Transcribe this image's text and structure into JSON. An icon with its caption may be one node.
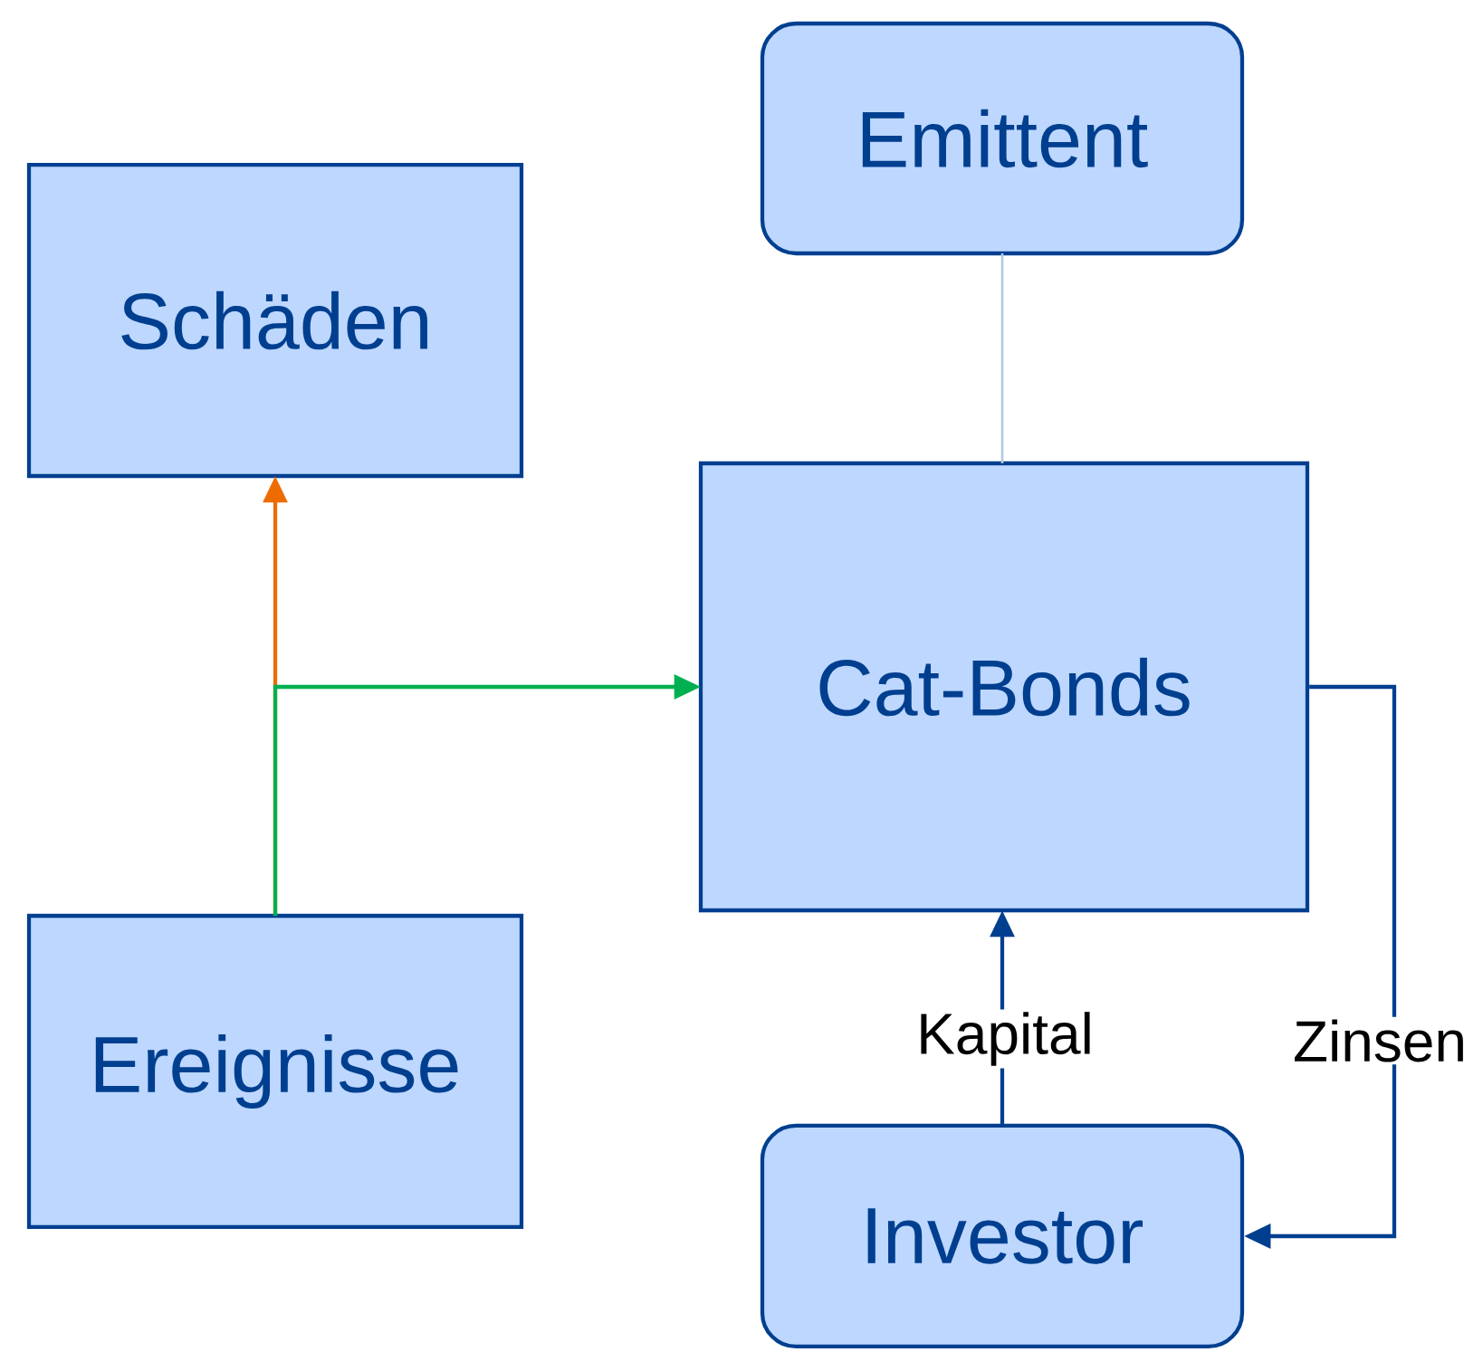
{
  "diagram": {
    "nodes": [
      {
        "text": [
          "Emittent"
        ]
      },
      {
        "text": [
          "Schäden"
        ]
      },
      {
        "text": [
          "Cat-Bonds"
        ]
      },
      {
        "text": [
          "Ereignisse"
        ]
      },
      {
        "text": [
          "Investor"
        ]
      }
    ],
    "edges": [
      {
        "from": 0,
        "to": 2,
        "arrow": "none",
        "color": "#b4c7e7"
      },
      {
        "from": 3,
        "to": 1,
        "arrow": "to",
        "color": "#ed6c00"
      },
      {
        "from": 3,
        "to": 2,
        "arrow": "to",
        "color": "#00b050"
      },
      {
        "from": 4,
        "to": 2,
        "arrow": "to",
        "label": "Kapital"
      },
      {
        "from": 2,
        "to": 4,
        "arrow": "to",
        "label": "Zinsen"
      }
    ]
  }
}
